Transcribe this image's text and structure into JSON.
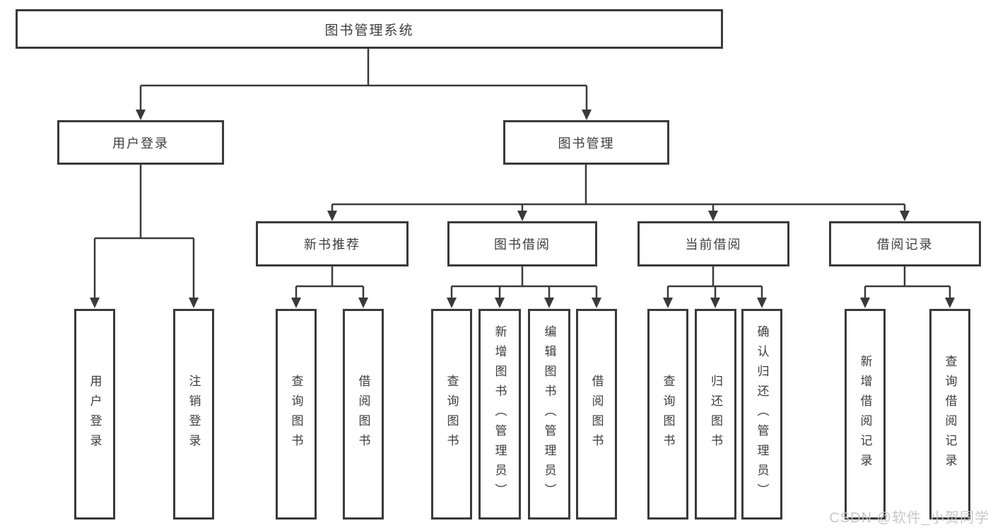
{
  "diagram": {
    "title": "图书管理系统",
    "branches": [
      {
        "label": "用户登录",
        "children": [
          "用户登录",
          "注销登录"
        ]
      },
      {
        "label": "图书管理",
        "groups": [
          {
            "label": "新书推荐",
            "children": [
              "查询图书",
              "借阅图书"
            ]
          },
          {
            "label": "图书借阅",
            "children": [
              "查询图书",
              "新增图书（管理员）",
              "编辑图书（管理员）",
              "借阅图书"
            ]
          },
          {
            "label": "当前借阅",
            "children": [
              "查询图书",
              "归还图书",
              "确认归还（管理员）"
            ]
          },
          {
            "label": "借阅记录",
            "children": [
              "新增借阅记录",
              "查询借阅记录"
            ]
          }
        ]
      }
    ],
    "watermark": "CSDN @软件_小贺同学",
    "colors": {
      "line": "#3a3a3a",
      "box_border": "#3a3a3a",
      "text": "#3d3d3d",
      "background": "#ffffff",
      "watermark": "#c3c3c3"
    }
  }
}
